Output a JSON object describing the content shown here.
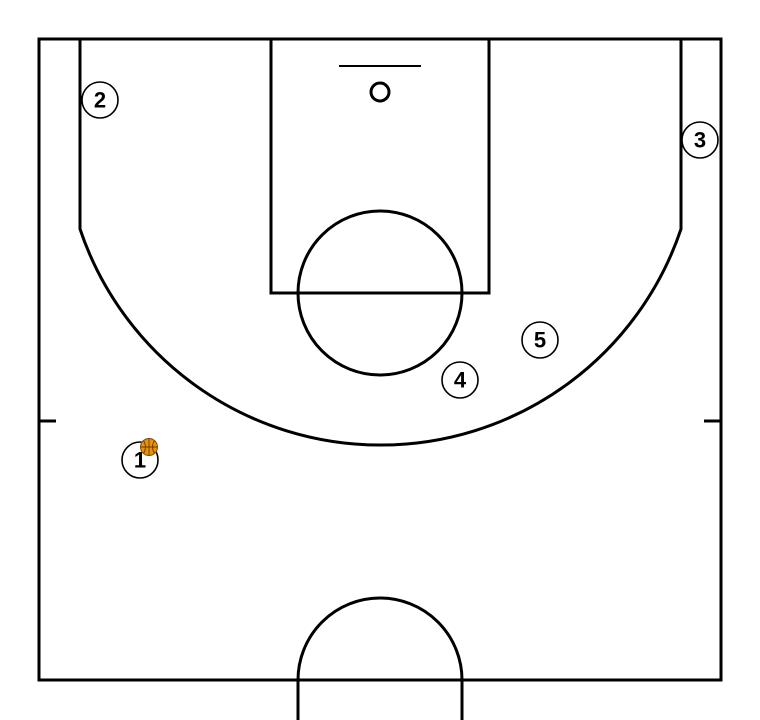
{
  "court": {
    "line_color": "#000000",
    "background": "#ffffff",
    "ball_color": "#e8920c"
  },
  "players": [
    {
      "id": "player-1",
      "label": "1",
      "has_ball": true
    },
    {
      "id": "player-2",
      "label": "2",
      "has_ball": false
    },
    {
      "id": "player-3",
      "label": "3",
      "has_ball": false
    },
    {
      "id": "player-4",
      "label": "4",
      "has_ball": false
    },
    {
      "id": "player-5",
      "label": "5",
      "has_ball": false
    }
  ]
}
